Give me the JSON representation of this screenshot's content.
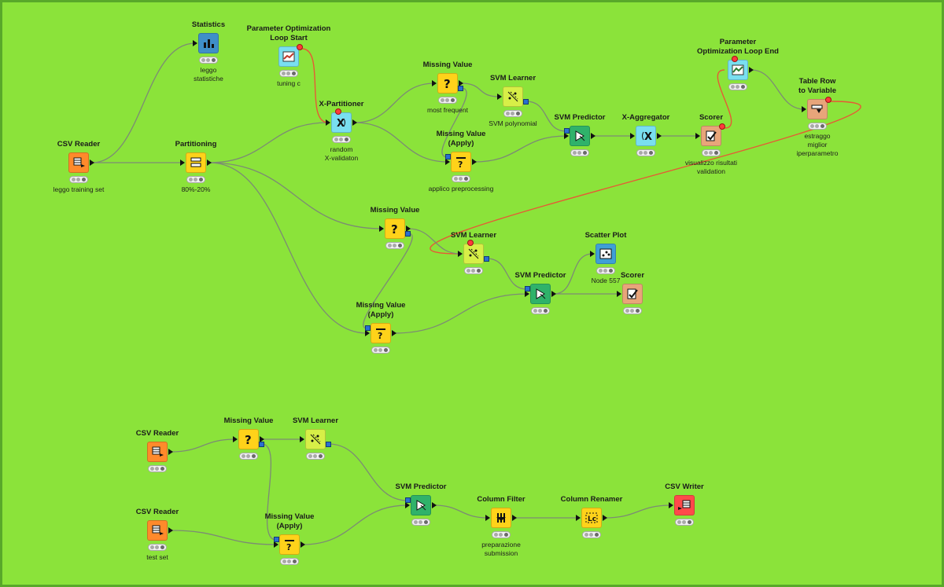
{
  "workflow": {
    "nodes": [
      {
        "id": "statistics",
        "title": "Statistics",
        "annotation": "leggo\nstatistiche",
        "icon": "bar-chart-icon",
        "color": "#3f8fc8"
      },
      {
        "id": "param-loop-start",
        "title": "Parameter Optimization\nLoop Start",
        "annotation": "tuning c",
        "icon": "loop-start-icon",
        "color": "#79dff0"
      },
      {
        "id": "csv-reader-1",
        "title": "CSV Reader",
        "annotation": "leggo training set",
        "icon": "table-read-icon",
        "color": "#ff8a2b"
      },
      {
        "id": "partitioning",
        "title": "Partitioning",
        "annotation": "80%-20%",
        "icon": "partition-icon",
        "color": "#ffd21a"
      },
      {
        "id": "x-partitioner",
        "title": "X-Partitioner",
        "annotation": "random\nX-validaton",
        "icon": "x-partition-icon",
        "color": "#79dff0"
      },
      {
        "id": "missing-value-1",
        "title": "Missing Value",
        "annotation": "most frequent",
        "icon": "question-icon",
        "color": "#ffd21a"
      },
      {
        "id": "missing-value-apply-1",
        "title": "Missing Value\n(Apply)",
        "annotation": "applico preprocessing",
        "icon": "apply-icon",
        "color": "#ffd21a"
      },
      {
        "id": "svm-learner-1",
        "title": "SVM Learner",
        "annotation": "SVM polynomial",
        "icon": "svm-icon",
        "color": "#d7ef47"
      },
      {
        "id": "svm-predictor-1",
        "title": "SVM Predictor",
        "annotation": "",
        "icon": "predictor-icon",
        "color": "#2fb26a"
      },
      {
        "id": "x-aggregator",
        "title": "X-Aggregator",
        "annotation": "",
        "icon": "x-aggregate-icon",
        "color": "#79dff0"
      },
      {
        "id": "scorer-1",
        "title": "Scorer",
        "annotation": "visualizzo risultati\nvalidation",
        "icon": "scorer-icon",
        "color": "#e8a57a"
      },
      {
        "id": "param-loop-end",
        "title": "Parameter\nOptimization Loop End",
        "annotation": "",
        "icon": "loop-end-icon",
        "color": "#79dff0"
      },
      {
        "id": "table-row-var",
        "title": "Table Row\nto Variable",
        "annotation": "estraggo\nmiglior\niperparametro",
        "icon": "row-to-variable-icon",
        "color": "#e8a57a"
      },
      {
        "id": "missing-value-2",
        "title": "Missing Value",
        "annotation": "",
        "icon": "question-icon",
        "color": "#ffd21a"
      },
      {
        "id": "svm-learner-2",
        "title": "SVM Learner",
        "annotation": "",
        "icon": "svm-icon",
        "color": "#d7ef47"
      },
      {
        "id": "missing-value-apply-2",
        "title": "Missing Value\n(Apply)",
        "annotation": "",
        "icon": "apply-icon",
        "color": "#ffd21a"
      },
      {
        "id": "svm-predictor-2",
        "title": "SVM Predictor",
        "annotation": "",
        "icon": "predictor-icon",
        "color": "#2fb26a"
      },
      {
        "id": "scatter-plot",
        "title": "Scatter Plot",
        "annotation": "Node 557",
        "icon": "scatter-icon",
        "color": "#3f9fd6"
      },
      {
        "id": "scorer-2",
        "title": "Scorer",
        "annotation": "",
        "icon": "scorer-icon",
        "color": "#e8a57a"
      },
      {
        "id": "csv-reader-2",
        "title": "CSV Reader",
        "annotation": "",
        "icon": "table-read-icon",
        "color": "#ff8a2b"
      },
      {
        "id": "missing-value-3",
        "title": "Missing Value",
        "annotation": "",
        "icon": "question-icon",
        "color": "#ffd21a"
      },
      {
        "id": "svm-learner-3",
        "title": "SVM Learner",
        "annotation": "",
        "icon": "svm-icon",
        "color": "#d7ef47"
      },
      {
        "id": "csv-reader-3",
        "title": "CSV Reader",
        "annotation": "test set",
        "icon": "table-read-icon",
        "color": "#ff8a2b"
      },
      {
        "id": "missing-value-apply-3",
        "title": "Missing Value\n(Apply)",
        "annotation": "",
        "icon": "apply-icon",
        "color": "#ffd21a"
      },
      {
        "id": "svm-predictor-3",
        "title": "SVM Predictor",
        "annotation": "",
        "icon": "predictor-icon",
        "color": "#2fb26a"
      },
      {
        "id": "column-filter",
        "title": "Column Filter",
        "annotation": "preparazione\nsubmission",
        "icon": "column-filter-icon",
        "color": "#ffd21a"
      },
      {
        "id": "column-renamer",
        "title": "Column Renamer",
        "annotation": "",
        "icon": "column-rename-icon",
        "color": "#ffd21a"
      },
      {
        "id": "csv-writer",
        "title": "CSV Writer",
        "annotation": "",
        "icon": "table-write-icon",
        "color": "#ff4a4a"
      }
    ],
    "connections": [
      {
        "from": "csv-reader-1",
        "to": "statistics",
        "kind": "data"
      },
      {
        "from": "csv-reader-1",
        "to": "partitioning",
        "kind": "data"
      },
      {
        "from": "partitioning",
        "to": "x-partitioner",
        "kind": "data"
      },
      {
        "from": "param-loop-start",
        "to": "x-partitioner",
        "kind": "flow"
      },
      {
        "from": "x-partitioner",
        "to": "missing-value-1",
        "kind": "data"
      },
      {
        "from": "x-partitioner",
        "to": "missing-value-apply-1",
        "kind": "data"
      },
      {
        "from": "missing-value-1",
        "to": "svm-learner-1",
        "kind": "data"
      },
      {
        "from": "missing-value-1",
        "to": "missing-value-apply-1",
        "kind": "model"
      },
      {
        "from": "svm-learner-1",
        "to": "svm-predictor-1",
        "kind": "model"
      },
      {
        "from": "missing-value-apply-1",
        "to": "svm-predictor-1",
        "kind": "data"
      },
      {
        "from": "svm-predictor-1",
        "to": "x-aggregator",
        "kind": "data"
      },
      {
        "from": "x-aggregator",
        "to": "scorer-1",
        "kind": "data"
      },
      {
        "from": "scorer-1",
        "to": "param-loop-end",
        "kind": "flow"
      },
      {
        "from": "param-loop-end",
        "to": "table-row-var",
        "kind": "data"
      },
      {
        "from": "table-row-var",
        "to": "svm-learner-2",
        "kind": "flow"
      },
      {
        "from": "partitioning",
        "to": "missing-value-2",
        "kind": "data"
      },
      {
        "from": "partitioning",
        "to": "missing-value-apply-2",
        "kind": "data"
      },
      {
        "from": "missing-value-2",
        "to": "svm-learner-2",
        "kind": "data"
      },
      {
        "from": "missing-value-2",
        "to": "missing-value-apply-2",
        "kind": "model"
      },
      {
        "from": "svm-learner-2",
        "to": "svm-predictor-2",
        "kind": "model"
      },
      {
        "from": "missing-value-apply-2",
        "to": "svm-predictor-2",
        "kind": "data"
      },
      {
        "from": "svm-predictor-2",
        "to": "scatter-plot",
        "kind": "data"
      },
      {
        "from": "svm-predictor-2",
        "to": "scorer-2",
        "kind": "data"
      },
      {
        "from": "csv-reader-2",
        "to": "missing-value-3",
        "kind": "data"
      },
      {
        "from": "missing-value-3",
        "to": "svm-learner-3",
        "kind": "data"
      },
      {
        "from": "missing-value-3",
        "to": "missing-value-apply-3",
        "kind": "model"
      },
      {
        "from": "csv-reader-3",
        "to": "missing-value-apply-3",
        "kind": "data"
      },
      {
        "from": "svm-learner-3",
        "to": "svm-predictor-3",
        "kind": "model"
      },
      {
        "from": "missing-value-apply-3",
        "to": "svm-predictor-3",
        "kind": "data"
      },
      {
        "from": "svm-predictor-3",
        "to": "column-filter",
        "kind": "data"
      },
      {
        "from": "column-filter",
        "to": "column-renamer",
        "kind": "data"
      },
      {
        "from": "column-renamer",
        "to": "csv-writer",
        "kind": "data"
      }
    ]
  },
  "colors": {
    "canvas": "#8be33a",
    "wire": "#7c8b74",
    "flow_wire": "#e65a35",
    "model_port": "#2a6fd0"
  }
}
